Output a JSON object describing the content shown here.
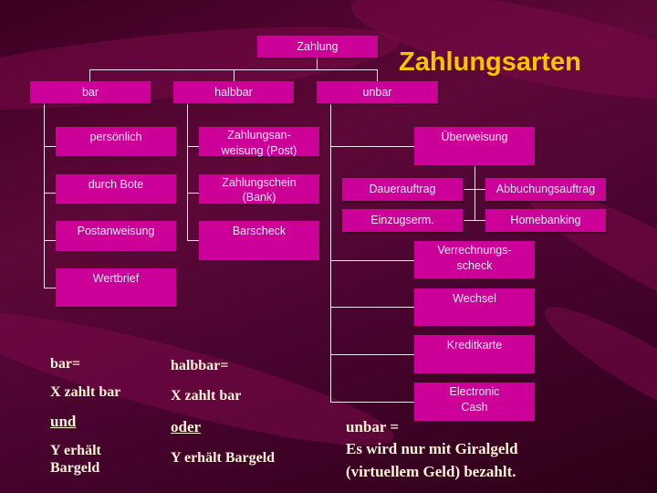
{
  "title": "Zahlungsarten",
  "colors": {
    "box": "#cc0099",
    "title": "#f6c500",
    "text": "#fff3d6"
  },
  "root": "Zahlung",
  "categories": {
    "bar": "bar",
    "halbbar": "halbbar",
    "unbar": "unbar"
  },
  "bar_items": [
    "persönlich",
    "durch Bote",
    "Postanweisung",
    "Wertbrief"
  ],
  "halbbar_items": [
    "Zahlungsan-\nweisung (Post)",
    "Zahlungschein\n(Bank)",
    "Barscheck"
  ],
  "unbar_items": [
    "Überweisung",
    "Verrechnungs-\nscheck",
    "Wechsel",
    "Kreditkarte",
    "Electronic\nCash"
  ],
  "ueberweisung_items": [
    "Dauerauftrag",
    "Einzugserm.",
    "Abbuchungsauftrag",
    "Homebanking"
  ],
  "notes": {
    "bar": {
      "head": "bar=",
      "l1": "X zahlt bar",
      "conj": "und",
      "l2": "Y erhält\nBargeld"
    },
    "halbbar": {
      "head": "halbbar=",
      "l1": "X zahlt bar",
      "conj": "oder",
      "l2": "Y erhält Bargeld"
    },
    "unbar": {
      "head": "unbar =",
      "l1": "Es wird nur mit Giralgeld",
      "l2": "(virtuellem Geld) bezahlt."
    }
  }
}
